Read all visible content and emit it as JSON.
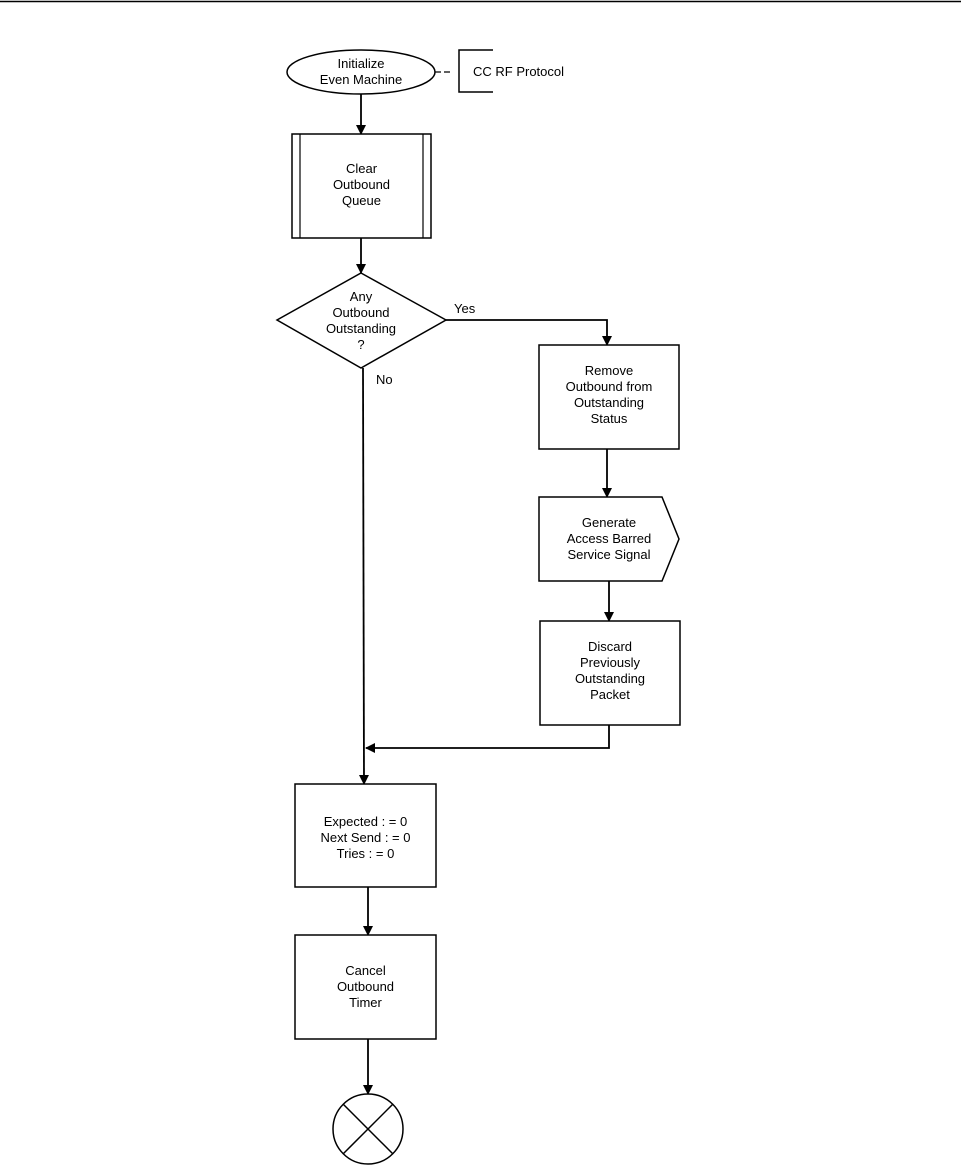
{
  "nodes": {
    "start": {
      "label": "Initialize\nEven Machine"
    },
    "annotation": {
      "label": "CC RF Protocol"
    },
    "clear_queue": {
      "label": "Clear\nOutbound\nQueue"
    },
    "decision": {
      "label": "Any\nOutbound\nOutstanding\n?"
    },
    "remove_outbound": {
      "label": "Remove\nOutbound from\nOutstanding\nStatus"
    },
    "generate_signal": {
      "label": "Generate\nAccess Barred\nService Signal"
    },
    "discard_packet": {
      "label": "Discard\nPreviously\nOutstanding\nPacket"
    },
    "reset_counters": {
      "label": "Expected : = 0\nNext Send : = 0\nTries : = 0"
    },
    "cancel_timer": {
      "label": "Cancel\nOutbound\nTimer"
    }
  },
  "edges": {
    "yes_label": "Yes",
    "no_label": "No"
  }
}
